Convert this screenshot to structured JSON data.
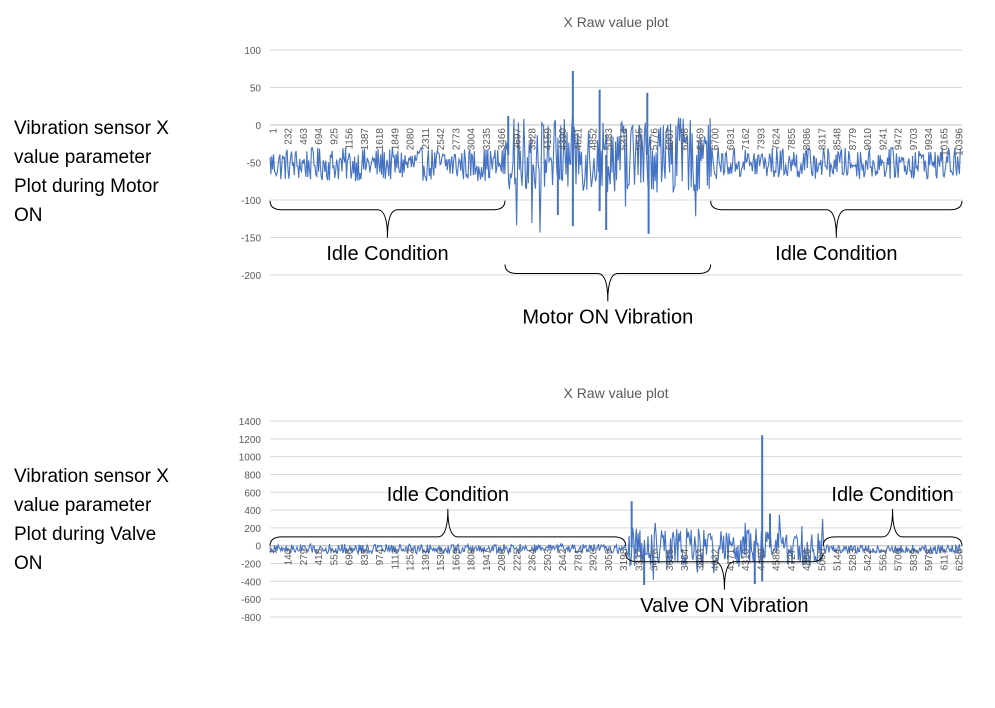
{
  "captions": [
    [
      "Vibration sensor X",
      "value parameter",
      "Plot during Motor",
      "ON"
    ],
    [
      "Vibration sensor X",
      "value parameter",
      "Plot during Valve",
      "ON"
    ]
  ],
  "colors": {
    "series": "#4472C4",
    "grid": "#d9d9d9",
    "axis_text": "#595959",
    "title_text": "#595959",
    "annotation": "#000000"
  },
  "chart_data": [
    {
      "type": "line",
      "title": "X Raw value plot",
      "xlabel": "",
      "ylabel": "",
      "ylim": [
        -200,
        100
      ],
      "yticks": [
        100,
        50,
        0,
        -50,
        -100,
        -150,
        -200
      ],
      "grid": true,
      "legend": "none",
      "xticks": [
        "1",
        "232",
        "463",
        "694",
        "925",
        "1156",
        "1387",
        "1618",
        "1849",
        "2080",
        "2311",
        "2542",
        "2773",
        "3004",
        "3235",
        "3466",
        "3697",
        "3928",
        "4159",
        "4390",
        "4621",
        "4852",
        "5083",
        "5314",
        "5545",
        "5776",
        "6007",
        "6238",
        "6469",
        "6700",
        "6931",
        "7162",
        "7393",
        "7624",
        "7855",
        "8086",
        "8317",
        "8548",
        "8779",
        "9010",
        "9241",
        "9472",
        "9703",
        "9934",
        "10165",
        "10396"
      ],
      "xlim": [
        1,
        10600
      ],
      "segments": [
        {
          "label": "Idle Condition",
          "x_start": 1,
          "x_end": 3600,
          "y_min": -75,
          "y_max": -30
        },
        {
          "label": "Motor ON Vibration",
          "x_start": 3600,
          "x_end": 6750,
          "y_min": -145,
          "y_max": 72
        },
        {
          "label": "Idle Condition",
          "x_start": 6750,
          "x_end": 10600,
          "y_min": -72,
          "y_max": -30
        }
      ],
      "peaks": [
        {
          "x": 4640,
          "y": 72
        },
        {
          "x": 4640,
          "y": -135
        },
        {
          "x": 5050,
          "y": 47
        },
        {
          "x": 5050,
          "y": -115
        },
        {
          "x": 5780,
          "y": 43
        },
        {
          "x": 5800,
          "y": -145
        },
        {
          "x": 5150,
          "y": -140
        },
        {
          "x": 4410,
          "y": -120
        },
        {
          "x": 3650,
          "y": 12
        }
      ],
      "annotations": [
        {
          "text": "Idle Condition",
          "brace_from": 1,
          "brace_to": 3600,
          "brace_y": -113,
          "text_y": -172,
          "side": "below"
        },
        {
          "text": "Motor ON Vibration",
          "brace_from": 3600,
          "brace_to": 6750,
          "brace_y": -198,
          "text_y": -340,
          "side": "below"
        },
        {
          "text": "Idle Condition",
          "brace_from": 6750,
          "brace_to": 10600,
          "brace_y": -113,
          "text_y": -178,
          "side": "below"
        }
      ]
    },
    {
      "type": "line",
      "title": "X Raw value plot",
      "xlabel": "",
      "ylabel": "",
      "ylim": [
        -800,
        1400
      ],
      "yticks": [
        1400,
        1200,
        1000,
        800,
        600,
        400,
        200,
        0,
        -200,
        -400,
        -600,
        -800
      ],
      "grid": true,
      "legend": "none",
      "xticks": [
        "1",
        "140",
        "279",
        "418",
        "557",
        "696",
        "835",
        "974",
        "1113",
        "1252",
        "1391",
        "1530",
        "1669",
        "1808",
        "1947",
        "2086",
        "2225",
        "2364",
        "2503",
        "2642",
        "2781",
        "2920",
        "3059",
        "3198",
        "3337",
        "3476",
        "3615",
        "3754",
        "3893",
        "4032",
        "4171",
        "4310",
        "4449",
        "4588",
        "4727",
        "4866",
        "5005",
        "5144",
        "5283",
        "5422",
        "5561",
        "5700",
        "5839",
        "5978",
        "6117",
        "6256"
      ],
      "xlim": [
        1,
        6380
      ],
      "segments": [
        {
          "label": "Idle Condition",
          "x_start": 1,
          "x_end": 3280,
          "y_min": -90,
          "y_max": 20
        },
        {
          "label": "Valve ON Vibration",
          "x_start": 3280,
          "x_end": 5100,
          "y_min": -450,
          "y_max": 500
        },
        {
          "label": "Idle Condition",
          "x_start": 5100,
          "x_end": 6380,
          "y_min": -90,
          "y_max": 10
        }
      ],
      "peaks": [
        {
          "x": 4538,
          "y": 1240
        },
        {
          "x": 4538,
          "y": -400
        },
        {
          "x": 3335,
          "y": 500
        },
        {
          "x": 4610,
          "y": 360
        },
        {
          "x": 3450,
          "y": -440
        },
        {
          "x": 4470,
          "y": -430
        }
      ],
      "annotations": [
        {
          "text": "Idle Condition",
          "brace_from": 1,
          "brace_to": 3280,
          "brace_y": 100,
          "text_y": 1130,
          "side": "above"
        },
        {
          "text": "Valve ON Vibration",
          "brace_from": 3280,
          "brace_to": 5100,
          "brace_y": -180,
          "text_y": -1420,
          "side": "below"
        },
        {
          "text": "Idle Condition",
          "brace_from": 5100,
          "brace_to": 6380,
          "brace_y": 100,
          "text_y": 1140,
          "side": "above"
        }
      ]
    }
  ]
}
